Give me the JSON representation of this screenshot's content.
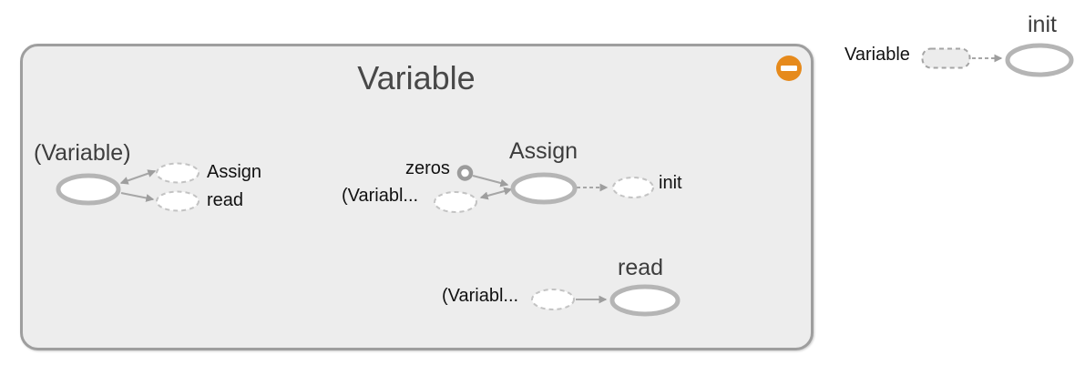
{
  "group": {
    "title": "Variable",
    "collapse_button": {
      "icon": "minus-icon",
      "color": "#e68a1c"
    }
  },
  "nodes": {
    "variable": {
      "title": "(Variable)",
      "annotations": [
        {
          "label": "Assign"
        },
        {
          "label": "read"
        }
      ]
    },
    "assign": {
      "title": "Assign",
      "in_annotations": [
        {
          "label": "zeros"
        },
        {
          "label": "(Variabl..."
        }
      ],
      "out_annotations": [
        {
          "label": "init"
        }
      ]
    },
    "read": {
      "title": "read",
      "in_annotations": [
        {
          "label": "(Variabl..."
        }
      ]
    },
    "init": {
      "title": "init",
      "in_annotations": [
        {
          "label": "Variable"
        }
      ]
    }
  },
  "colors": {
    "group_fill": "#ededed",
    "group_border": "#9e9e9e",
    "node_stroke": "#b5b5b5",
    "dashed_stroke": "#c3c3c3",
    "edge": "#a6a6a6",
    "collapse_orange": "#e68a1c"
  }
}
